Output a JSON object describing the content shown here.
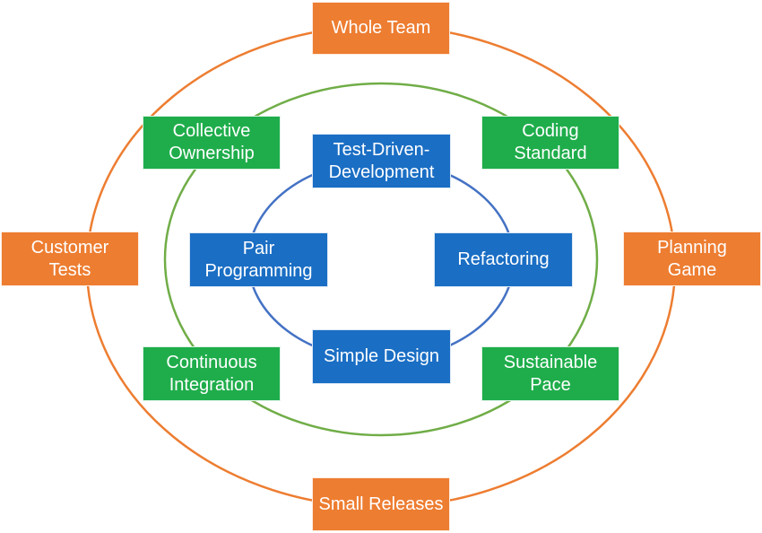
{
  "colors": {
    "outer": "#ed7d31",
    "middle": "#1fad4b",
    "inner": "#1a6ec4",
    "outer_ring": "#ed7d31",
    "middle_ring": "#70ad47",
    "inner_ring": "#4472c4"
  },
  "outer": {
    "whole_team": [
      "Whole Team"
    ],
    "customer_tests": [
      "Customer",
      "Tests"
    ],
    "planning_game": [
      "Planning",
      "Game"
    ],
    "small_releases": [
      "Small Releases"
    ]
  },
  "middle": {
    "collective_ownership": [
      "Collective",
      "Ownership"
    ],
    "coding_standard": [
      "Coding",
      "Standard"
    ],
    "continuous_integration": [
      "Continuous",
      "Integration"
    ],
    "sustainable_pace": [
      "Sustainable",
      "Pace"
    ]
  },
  "inner": {
    "test_driven_development": [
      "Test-Driven-",
      "Development"
    ],
    "pair_programming": [
      "Pair",
      "Programming"
    ],
    "refactoring": [
      "Refactoring"
    ],
    "simple_design": [
      "Simple Design"
    ]
  }
}
